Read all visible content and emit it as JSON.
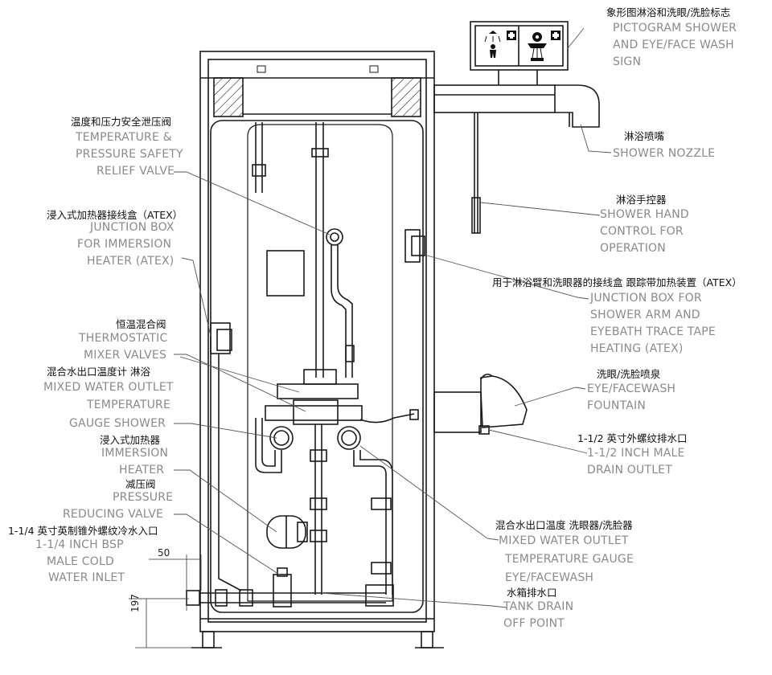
{
  "labels": {
    "sign": {
      "zh": "象形图淋浴和洗眼/洗脸标志",
      "en": [
        "PICTOGRAM SHOWER",
        "AND EYE/FACE WASH",
        "SIGN"
      ]
    },
    "relief_valve": {
      "zh": "温度和压力安全泄压阀",
      "en": [
        "TEMPERATURE &",
        "PRESSURE SAFETY",
        "RELIEF VALVE"
      ]
    },
    "shower_nozzle": {
      "zh": "淋浴喷嘴",
      "en": [
        "SHOWER NOZZLE"
      ]
    },
    "junction_heater": {
      "zh": "浸入式加热器接线盒（ATEX）",
      "en": [
        "JUNCTION BOX",
        "FOR IMMERSION",
        "HEATER (ATEX)"
      ]
    },
    "shower_control": {
      "zh": "淋浴手控器",
      "en": [
        "SHOWER HAND",
        "CONTROL FOR",
        "OPERATION"
      ]
    },
    "junction_trace": {
      "zh": "用于淋浴臂和洗眼器的接线盒 跟踪带加热装置（ATEX）",
      "en": [
        "JUNCTION BOX FOR",
        "SHOWER ARM AND",
        "EYEBATH TRACE TAPE",
        "HEATING (ATEX)"
      ]
    },
    "mixer_valves": {
      "zh": "恒温混合阀",
      "en": [
        "THERMOSTATIC",
        "MIXER VALVES"
      ]
    },
    "gauge_shower": {
      "zh": "混合水出口温度计 淋浴",
      "en": [
        "MIXED WATER OUTLET",
        "TEMPERATURE",
        "GAUGE SHOWER"
      ]
    },
    "eyewash_fountain": {
      "zh": "洗眼/洗脸喷泉",
      "en": [
        "EYE/FACEWASH",
        "FOUNTAIN"
      ]
    },
    "immersion_heater": {
      "zh": "浸入式加热器",
      "en": [
        "IMMERSION",
        "HEATER"
      ]
    },
    "drain_outlet": {
      "zh": "1-1/2 英寸外螺纹排水口",
      "en": [
        "1-1/2 INCH MALE",
        "DRAIN OUTLET"
      ]
    },
    "reducing_valve": {
      "zh": "减压阀",
      "en": [
        "PRESSURE",
        "REDUCING VALVE"
      ]
    },
    "cold_inlet": {
      "zh": "1-1/4 英寸英制锥外螺纹冷水入口",
      "en": [
        "1-1/4 INCH BSP",
        "MALE COLD",
        "WATER INLET"
      ]
    },
    "gauge_eyewash": {
      "zh": "混合水出口温度 洗眼器/洗脸器",
      "en": [
        "MIXED WATER OUTLET",
        "TEMPERATURE GAUGE",
        "EYE/FACEWASH"
      ]
    },
    "tank_drain": {
      "zh": "水箱排水口",
      "en": [
        "TANK DRAIN",
        "OFF POINT"
      ]
    }
  },
  "dimensions": {
    "horizontal": "50",
    "vertical": "197"
  },
  "icons": [
    "shower-pictogram-icon",
    "eyewash-pictogram-icon",
    "first-aid-cross-icon"
  ],
  "colors": {
    "line": "#1a1a1a",
    "leader": "#555555",
    "english_text": "#8a8a8a",
    "chinese_text": "#111111"
  }
}
